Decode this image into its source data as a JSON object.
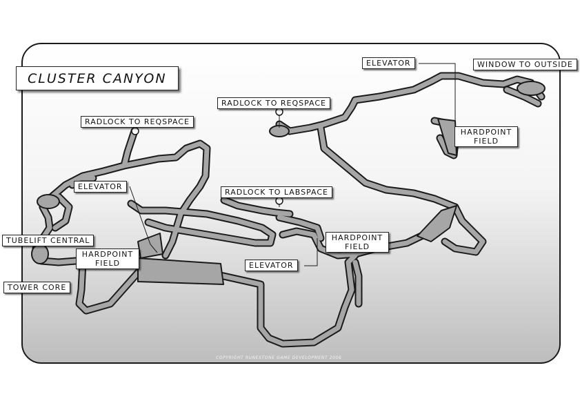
{
  "map": {
    "title": "CLUSTER CANYON",
    "copyright": "COPYRIGHT RUNESTONE GAME DEVELOPMENT 2006",
    "colors": {
      "background_top": "#ffffff",
      "background_bottom": "#bdbdbd",
      "tunnel_fill": "#a6a6a6",
      "tunnel_outline": "#1a1a1a",
      "label_fill": "#ffffff"
    },
    "labels": {
      "radlock_reqspace_left": "RADLOCK TO REQSPACE",
      "radlock_reqspace_center": "RADLOCK TO REQSPACE",
      "elevator_top": "ELEVATOR",
      "window_to_outside": "WINDOW TO OUTSIDE",
      "hardpoint_field_right": "HARDPOINT FIELD",
      "elevator_left": "ELEVATOR",
      "radlock_labspace": "RADLOCK TO LABSPACE",
      "tubelift_central": "TUBELIFT CENTRAL",
      "hardpoint_field_left": "HARDPOINT FIELD",
      "hardpoint_field_center": "HARDPOINT FIELD",
      "elevator_center": "ELEVATOR",
      "tower_core": "TOWER CORE"
    }
  }
}
